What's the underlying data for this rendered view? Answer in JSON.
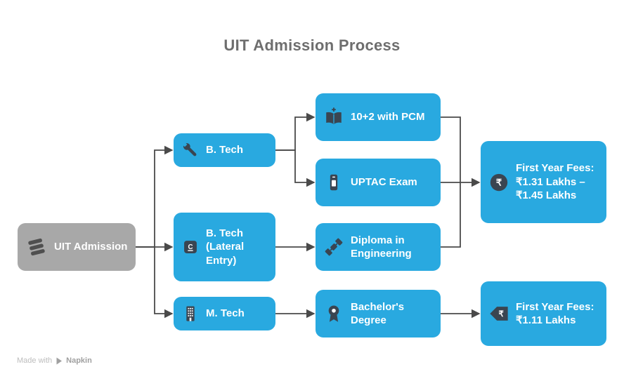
{
  "title": "UIT Admission Process",
  "watermark": {
    "made_with": "Made with",
    "brand": "Napkin"
  },
  "colors": {
    "node": "#29a9e0",
    "root_node": "#a8a8a8",
    "icon_dark": "#3a4551",
    "arrow": "#4a4a4a",
    "title": "#6e6e6e"
  },
  "icons": {
    "rupee_symbol": "₹",
    "lateral_letter": "C"
  },
  "nodes": {
    "root": {
      "label": "UIT Admission",
      "icon": "stack-icon"
    },
    "btech": {
      "label": "B. Tech",
      "icon": "wrench-icon"
    },
    "lateral": {
      "label": "B. Tech (Lateral Entry)",
      "icon": "letter-c-icon"
    },
    "mtech": {
      "label": "M. Tech",
      "icon": "building-icon"
    },
    "pcm": {
      "label": "10+2 with PCM",
      "icon": "book-plus-icon"
    },
    "uptac": {
      "label": "UPTAC Exam",
      "icon": "phone-icon"
    },
    "diploma": {
      "label": "Diploma in Engineering",
      "icon": "satellite-icon"
    },
    "bachelor": {
      "label": "Bachelor's Degree",
      "icon": "certificate-icon"
    },
    "fees_high": {
      "label": "First Year Fees: ₹1.31 Lakhs – ₹1.45 Lakhs",
      "icon": "rupee-coin-icon"
    },
    "fees_low": {
      "label": "First Year Fees: ₹1.11 Lakhs",
      "icon": "rupee-tag-icon"
    }
  }
}
